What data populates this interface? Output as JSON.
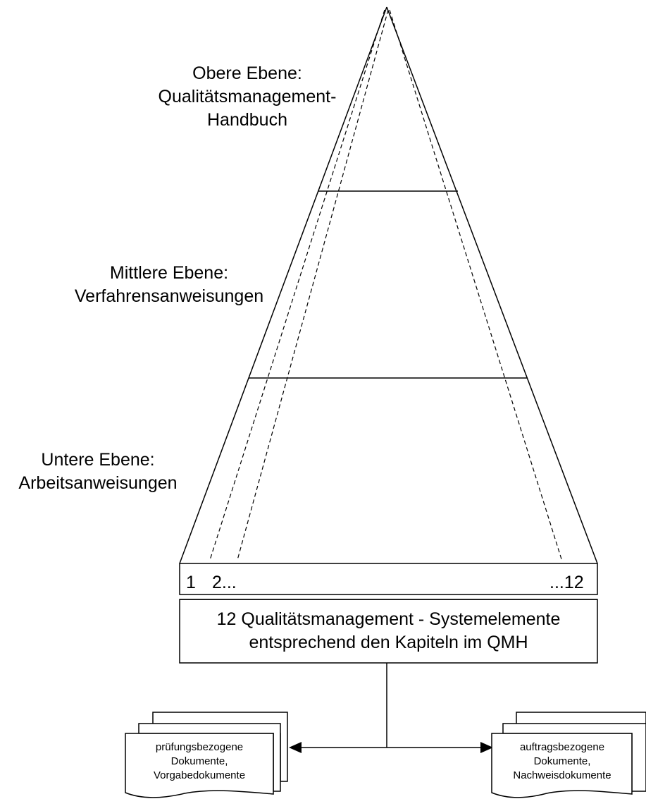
{
  "levels": {
    "top": {
      "line1": "Obere Ebene:",
      "line2": "Qualitätsmanagement-",
      "line3": "Handbuch"
    },
    "middle": {
      "line1": "Mittlere Ebene:",
      "line2": "Verfahrensanweisungen"
    },
    "bottom": {
      "line1": "Untere Ebene:",
      "line2": "Arbeitsanweisungen"
    }
  },
  "element_strip": {
    "first": "1",
    "second": "2...",
    "last": "...12"
  },
  "element_box": {
    "line1": "12 Qualitätsmanagement - Systemelemente",
    "line2": "entsprechend den Kapiteln im QMH"
  },
  "documents": {
    "left": {
      "line1": "prüfungsbezogene",
      "line2": "Dokumente,",
      "line3": "Vorgabedokumente"
    },
    "right": {
      "line1": "auftragsbezogene",
      "line2": "Dokumente,",
      "line3": "Nachweisdokumente"
    }
  }
}
